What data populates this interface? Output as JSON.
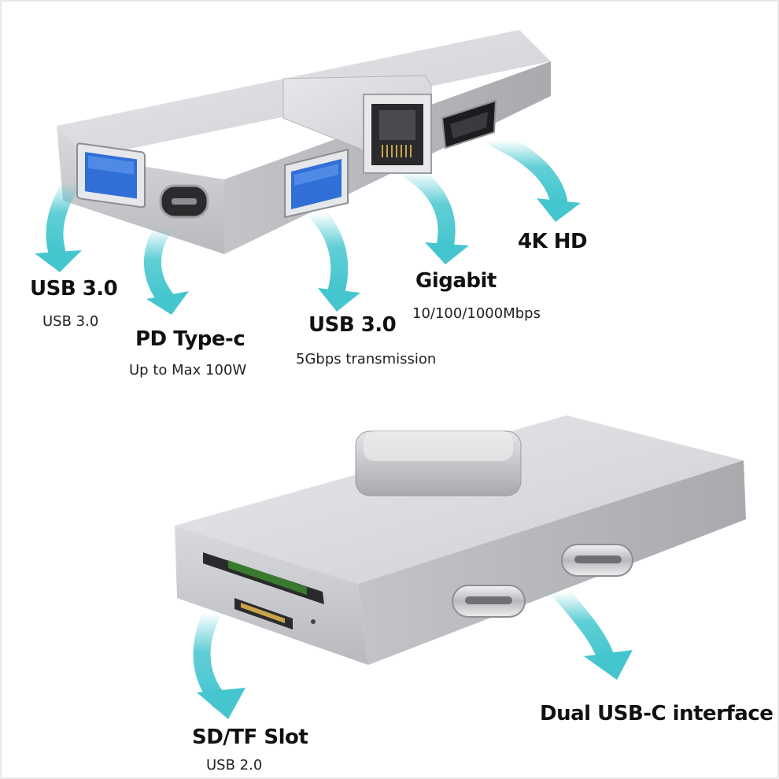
{
  "top_device": {
    "callouts": [
      {
        "title": "USB 3.0",
        "subtitle": "USB 3.0"
      },
      {
        "title": "PD Type-c",
        "subtitle": "Up to Max 100W"
      },
      {
        "title": "USB 3.0",
        "subtitle": "5Gbps transmission"
      },
      {
        "title": "Gigabit",
        "subtitle": "10/100/1000Mbps"
      },
      {
        "title": "4K HD",
        "subtitle": ""
      }
    ]
  },
  "bottom_device": {
    "callouts": [
      {
        "title": "SD/TF  Slot",
        "subtitle": "USB 2.0"
      },
      {
        "title": "Dual USB-C interface",
        "subtitle": ""
      }
    ]
  },
  "colors": {
    "arrow": "#45c6cf",
    "aluminum": "#cfd0d4",
    "usb3_blue": "#2f6fd6",
    "sd_card_green": "#3a7a2e"
  }
}
